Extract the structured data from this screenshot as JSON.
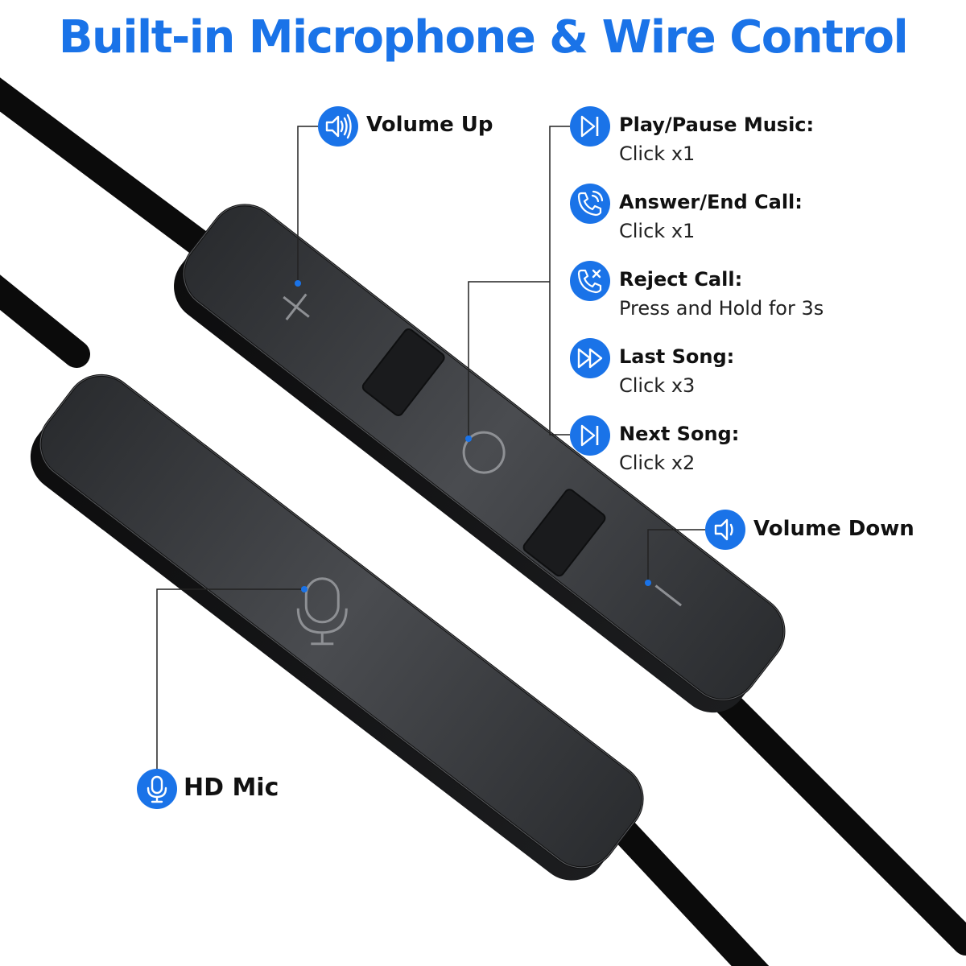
{
  "title": "Built-in Microphone & Wire Control",
  "accent_color": "#1a73e8",
  "callouts": {
    "volume_up": {
      "label": "Volume Up",
      "icon": "speaker-loud-icon"
    },
    "play_pause": {
      "label": "Play/Pause Music:",
      "action": "Click x1",
      "icon": "play-pause-icon"
    },
    "answer_end": {
      "label": "Answer/End Call:",
      "action": "Click x1",
      "icon": "phone-call-icon"
    },
    "reject_call": {
      "label": "Reject Call:",
      "action": "Press and Hold for 3s",
      "icon": "phone-reject-icon"
    },
    "last_song": {
      "label": "Last Song:",
      "action": "Click x3",
      "icon": "rewind-icon"
    },
    "next_song": {
      "label": "Next Song:",
      "action": "Click x2",
      "icon": "next-track-icon"
    },
    "volume_down": {
      "label": "Volume Down",
      "icon": "speaker-quiet-icon"
    },
    "hd_mic": {
      "label": "HD Mic",
      "icon": "microphone-icon"
    }
  },
  "button_symbols": {
    "plus": "+",
    "circle": "○",
    "minus": "—"
  }
}
